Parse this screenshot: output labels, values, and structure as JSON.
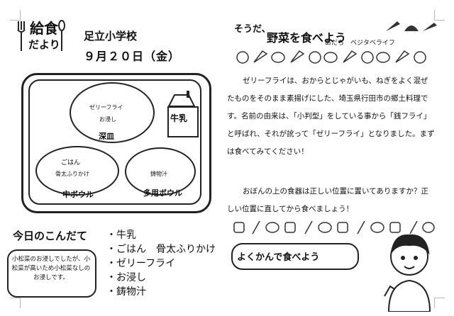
{
  "header": {
    "logo_line1": "給食",
    "logo_line2": "だより",
    "school": "足立小学校",
    "date": "９月２０日（金）"
  },
  "tray": {
    "deep_plate_items": [
      "ゼリーフライ",
      "お浸し"
    ],
    "deep_plate_label": "深皿",
    "bowl_items": [
      "ごはん",
      "骨太ふりかけ"
    ],
    "bowl_label": "中ボウル",
    "multi_items": [
      "鋳物汁"
    ],
    "multi_label": "多用ボウル",
    "milk": "牛乳"
  },
  "menu": {
    "title": "今日のこんだて",
    "items": [
      "・牛乳",
      "・ごはん　骨太ふりかけ",
      "・ゼリーフライ",
      "・お浸し",
      "・鋳物汁"
    ],
    "note": "小松菜のお浸しでしたが、小松菜が高いため小松菜なしのお浸しです。"
  },
  "right": {
    "title_prefix": "そうだ、",
    "title_main": "野菜を食べよう",
    "title_sub": "あだち　ベジタベライフ",
    "paragraph1": "ゼリーフライは、おからとじゃがいも、ねぎをよく混ぜたものをそのまま素揚げにした、埼玉県行田市の郷土料理です。名前の由来は、「小判型」をしている事から「銭フライ」と呼ばれ、それが訛って「ゼリーフライ」となりました。まずは食べてみてください！",
    "paragraph2": "おぼんの上の食器は正しい位置に置いてありますか？正しい位置に直してから食べましょう！",
    "banner": "よくかんで食べよう"
  }
}
